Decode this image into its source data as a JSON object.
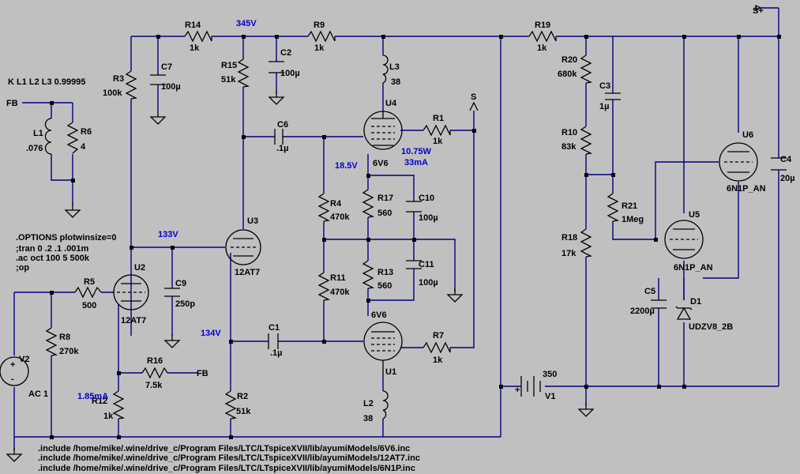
{
  "components": {
    "R14": {
      "ref": "R14",
      "value": "1k"
    },
    "R9": {
      "ref": "R9",
      "value": "1k"
    },
    "R19": {
      "ref": "R19",
      "value": "1k"
    },
    "R3": {
      "ref": "R3",
      "value": "100k"
    },
    "R15": {
      "ref": "R15",
      "value": "51k"
    },
    "R20": {
      "ref": "R20",
      "value": "680k"
    },
    "R10": {
      "ref": "R10",
      "value": "83k"
    },
    "R18": {
      "ref": "R18",
      "value": "17k"
    },
    "R21": {
      "ref": "R21",
      "value": "1Meg"
    },
    "R6": {
      "ref": "R6",
      "value": "4"
    },
    "R1": {
      "ref": "R1",
      "value": "1k"
    },
    "R7": {
      "ref": "R7",
      "value": "1k"
    },
    "R17": {
      "ref": "R17",
      "value": "560"
    },
    "R13": {
      "ref": "R13",
      "value": "560"
    },
    "R4": {
      "ref": "R4",
      "value": "470k"
    },
    "R11": {
      "ref": "R11",
      "value": "470k"
    },
    "R5": {
      "ref": "R5",
      "value": "500"
    },
    "R8": {
      "ref": "R8",
      "value": "270k"
    },
    "R16": {
      "ref": "R16",
      "value": "7.5k"
    },
    "R12": {
      "ref": "R12",
      "value": "1k"
    },
    "R2": {
      "ref": "R2",
      "value": "51k"
    },
    "C7": {
      "ref": "C7",
      "value": "100µ"
    },
    "C2": {
      "ref": "C2",
      "value": "100µ"
    },
    "C6": {
      "ref": "C6",
      "value": ".1µ"
    },
    "C1": {
      "ref": "C1",
      "value": ".1µ"
    },
    "C9": {
      "ref": "C9",
      "value": "250p"
    },
    "C10": {
      "ref": "C10",
      "value": "100µ"
    },
    "C11": {
      "ref": "C11",
      "value": "100µ"
    },
    "C3": {
      "ref": "C3",
      "value": "1µ"
    },
    "C4": {
      "ref": "C4",
      "value": "20µ"
    },
    "C5": {
      "ref": "C5",
      "value": "2200µ"
    },
    "L1": {
      "ref": "L1",
      "value": ".076"
    },
    "L2": {
      "ref": "L2",
      "value": "38"
    },
    "L3": {
      "ref": "L3",
      "value": "38"
    },
    "U1": {
      "ref": "U1",
      "model": "6V6"
    },
    "U2": {
      "ref": "U2",
      "model": "12AT7"
    },
    "U3": {
      "ref": "U3",
      "model": "12AT7"
    },
    "U4": {
      "ref": "U4",
      "model": "6V6"
    },
    "U5": {
      "ref": "U5",
      "model": "6N1P_AN"
    },
    "U6": {
      "ref": "U6",
      "model": "6N1P_AN"
    },
    "V1": {
      "ref": "V1",
      "value": "350"
    },
    "V2": {
      "ref": "V2",
      "value": "AC 1"
    },
    "D1": {
      "ref": "D1",
      "model": "UDZV8_2B"
    }
  },
  "net_labels": {
    "fb_left": "FB",
    "fb_right": "FB",
    "s_top": "S+",
    "s_mid": "S"
  },
  "annotations": {
    "v345": "345V",
    "v133": "133V",
    "v134": "134V",
    "v185": "18.5V",
    "p1075": "10.75W",
    "i33": "33mA",
    "i185": "1.85mA"
  },
  "directives": {
    "coupling": "K L1 L2 L3 0.99995",
    "options": ".OPTIONS plotwinsize=0",
    "tran": ";tran 0 .2 .1 .001m",
    "ac": ".ac oct 100 5 500k",
    "op": ";op",
    "inc1": ".include /home/mike/.wine/drive_c/Program Files/LTC/LTspiceXVII/lib/ayumiModels/6V6.inc",
    "inc2": ".include /home/mike/.wine/drive_c/Program Files/LTC/LTspiceXVII/lib/ayumiModels/12AT7.inc",
    "inc3": ".include /home/mike/.wine/drive_c/Program Files/LTC/LTspiceXVII/lib/ayumiModels/6N1P.inc"
  },
  "colors": {
    "background": "#c0c0c0",
    "wire": "#000080",
    "annotation": "#0000d0"
  }
}
